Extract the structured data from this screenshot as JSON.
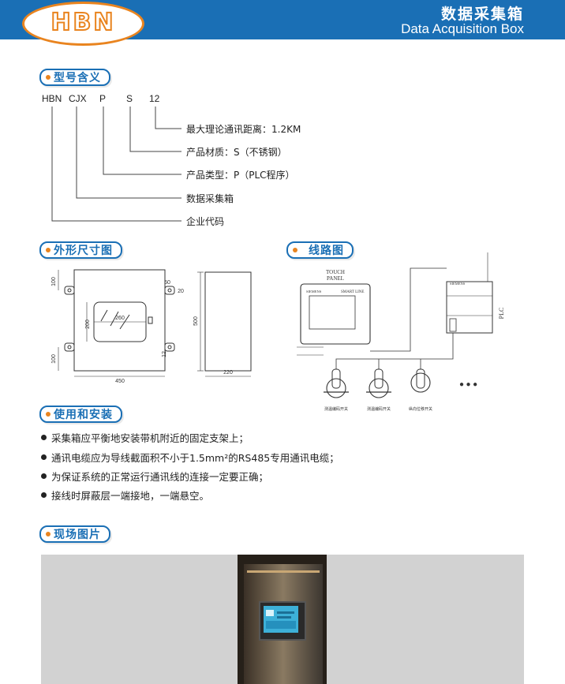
{
  "header": {
    "logo_text": "HBN",
    "title_cn": "数据采集箱",
    "title_en": "Data Acquisition Box"
  },
  "sections": {
    "model": "型号含义",
    "dimensions": "外形尺寸图",
    "wiring": "线路图",
    "usage": "使用和安装",
    "photo": "现场图片"
  },
  "model": {
    "codes": [
      "HBN",
      "CJX",
      "P",
      "S",
      "12"
    ],
    "descriptions": [
      "最大理论通讯距离：1.2KM",
      "产品材质：S（不锈钢）",
      "产品类型：P（PLC程序）",
      "数据采集箱",
      "企业代码"
    ]
  },
  "dimensions": {
    "d100_top": "100",
    "d200": "200",
    "d260": "260",
    "d100_bottom": "100",
    "d450": "450",
    "d50": "50",
    "d20": "20",
    "d12": "12",
    "d500": "500",
    "d220": "220"
  },
  "wiring": {
    "touch_panel": "TOUCH\nPANEL",
    "touch_panel_l1": "TOUCH",
    "touch_panel_l2": "PANEL",
    "smart_line": "SMART LINE",
    "siemens": "SIEMENS",
    "plc": "PLC",
    "ellipsis": "● ● ●",
    "sensor_label_1": "测温编码开关",
    "sensor_label_2": "测温编码开关",
    "sensor_label_3": "纵向位移开关"
  },
  "usage": {
    "items": [
      "采集箱应平衡地安装带机附近的固定支架上；",
      "通讯电缆应为导线截面积不小于1.5mm²的RS485专用通讯电缆；",
      "为保证系统的正常运行通讯线的连接一定要正确；",
      "接线时屏蔽层一端接地，一端悬空。"
    ]
  },
  "colors": {
    "brand_blue": "#1a6fb5",
    "brand_orange": "#e9841f"
  }
}
